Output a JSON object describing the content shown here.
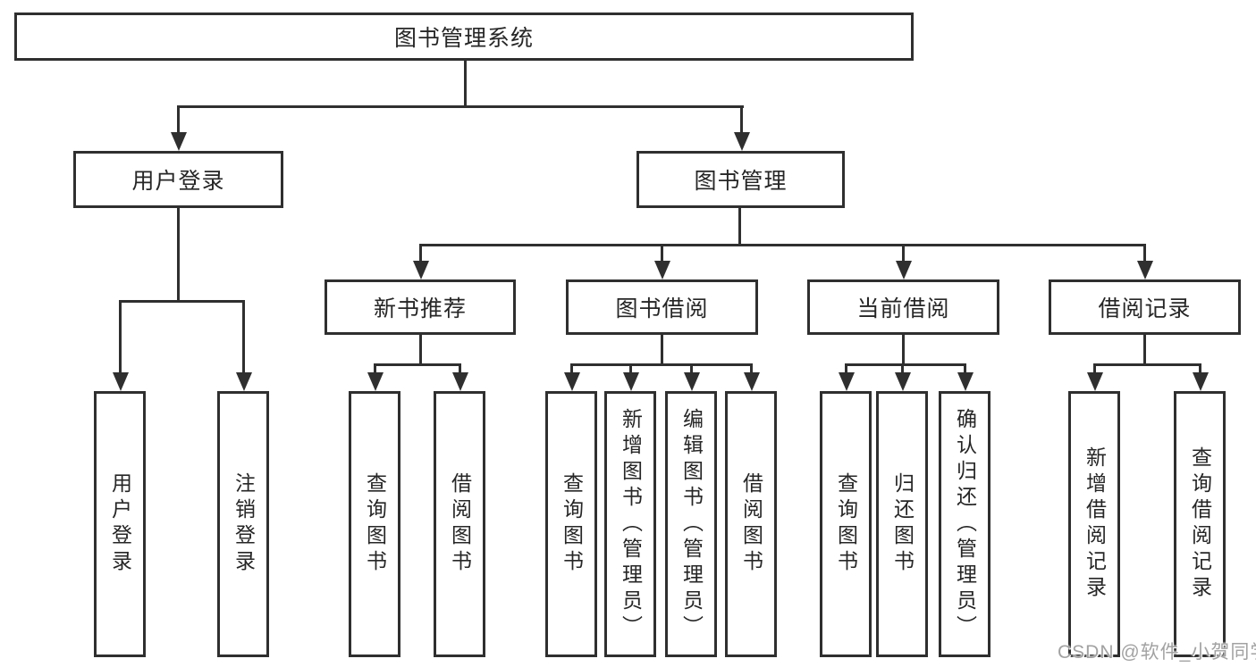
{
  "diagram": {
    "title": "图书管理系统",
    "colors": {
      "stroke": "#2f2f2f",
      "text": "#262626",
      "background": "#ffffff",
      "watermark": "#a2a2a2"
    },
    "root": {
      "label": "图书管理系统"
    },
    "level2": [
      {
        "label": "用户登录"
      },
      {
        "label": "图书管理"
      }
    ],
    "level3": [
      {
        "label": "新书推荐",
        "parent": "图书管理"
      },
      {
        "label": "图书借阅",
        "parent": "图书管理"
      },
      {
        "label": "当前借阅",
        "parent": "图书管理"
      },
      {
        "label": "借阅记录",
        "parent": "图书管理"
      }
    ],
    "leaves": [
      {
        "label": "用户登录",
        "parent": "用户登录"
      },
      {
        "label": "注销登录",
        "parent": "用户登录"
      },
      {
        "label": "查询图书",
        "parent": "新书推荐"
      },
      {
        "label": "借阅图书",
        "parent": "新书推荐"
      },
      {
        "label": "查询图书",
        "parent": "图书借阅"
      },
      {
        "label": "新增图书（管理员）",
        "parent": "图书借阅"
      },
      {
        "label": "编辑图书（管理员）",
        "parent": "图书借阅"
      },
      {
        "label": "借阅图书",
        "parent": "图书借阅"
      },
      {
        "label": "查询图书",
        "parent": "当前借阅"
      },
      {
        "label": "归还图书",
        "parent": "当前借阅"
      },
      {
        "label": "确认归还（管理员）",
        "parent": "当前借阅"
      },
      {
        "label": "新增借阅记录",
        "parent": "借阅记录"
      },
      {
        "label": "查询借阅记录",
        "parent": "借阅记录"
      }
    ]
  },
  "watermark": {
    "text": "CSDN @软件_小贺同学"
  }
}
